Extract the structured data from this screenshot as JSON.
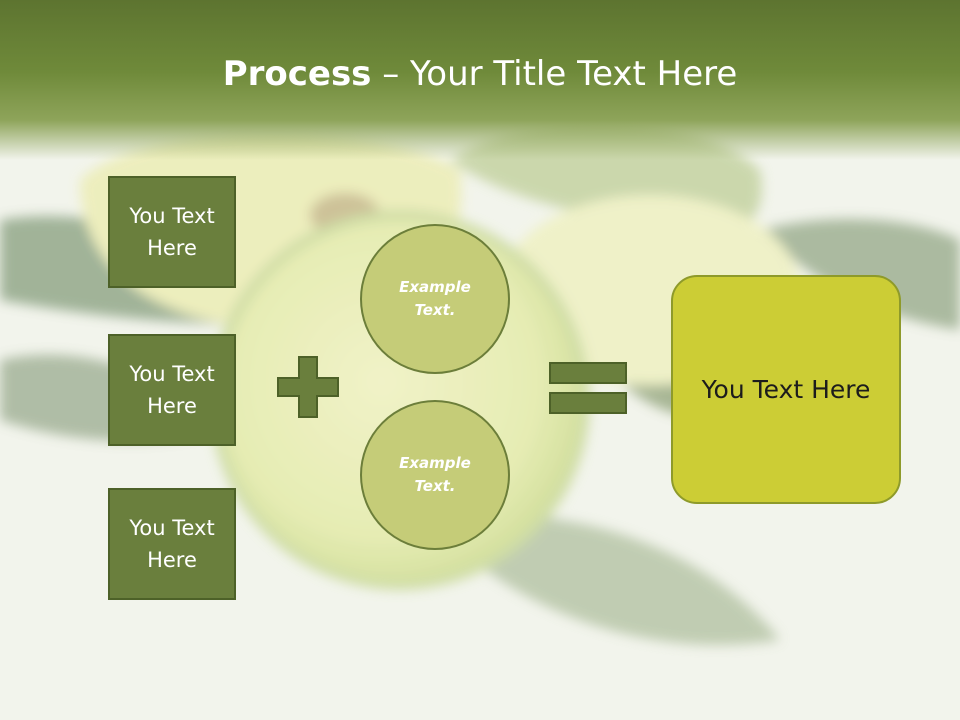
{
  "title": {
    "bold": "Process",
    "rest": " – Your Title Text Here"
  },
  "left_boxes": [
    "You Text\nHere",
    "You Text\nHere",
    "You Text\nHere"
  ],
  "circles": [
    "Example\nText.",
    "Example\nText."
  ],
  "result": "You Text Here",
  "colors": {
    "header": "#5d7430",
    "box": "#6a7f3d",
    "circle": "#c5cc78",
    "result": "#cccd35"
  },
  "icons": [
    "plus-icon",
    "equals-icon"
  ]
}
